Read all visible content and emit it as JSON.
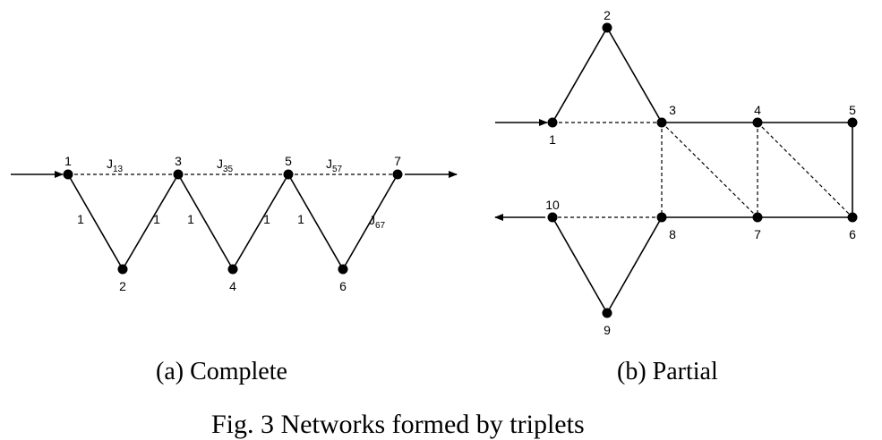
{
  "figure": {
    "title": "Fig. 3    Networks formed by triplets",
    "panels": [
      {
        "id": "a",
        "caption": "(a) Complete",
        "nodes": [
          {
            "id": "1",
            "label": "1"
          },
          {
            "id": "2",
            "label": "2"
          },
          {
            "id": "3",
            "label": "3"
          },
          {
            "id": "4",
            "label": "4"
          },
          {
            "id": "5",
            "label": "5"
          },
          {
            "id": "6",
            "label": "6"
          },
          {
            "id": "7",
            "label": "7"
          }
        ],
        "edges": [
          {
            "from": "1",
            "to": "3",
            "style": "dashed",
            "label": "J",
            "label_sub": "13"
          },
          {
            "from": "3",
            "to": "5",
            "style": "dashed",
            "label": "J",
            "label_sub": "35"
          },
          {
            "from": "5",
            "to": "7",
            "style": "dashed",
            "label": "J",
            "label_sub": "57"
          },
          {
            "from": "1",
            "to": "2",
            "style": "solid",
            "label": "1",
            "label_sub": ""
          },
          {
            "from": "2",
            "to": "3",
            "style": "solid",
            "label": "1",
            "label_sub": ""
          },
          {
            "from": "3",
            "to": "4",
            "style": "solid",
            "label": "1",
            "label_sub": ""
          },
          {
            "from": "4",
            "to": "5",
            "style": "solid",
            "label": "1",
            "label_sub": ""
          },
          {
            "from": "5",
            "to": "6",
            "style": "solid",
            "label": "1",
            "label_sub": ""
          },
          {
            "from": "6",
            "to": "7",
            "style": "solid",
            "label": "J",
            "label_sub": "67"
          }
        ],
        "arrows": [
          {
            "type": "input",
            "node": "1",
            "direction": "in"
          },
          {
            "type": "output",
            "node": "7",
            "direction": "out"
          }
        ]
      },
      {
        "id": "b",
        "caption": "(b) Partial",
        "nodes": [
          {
            "id": "1",
            "label": "1"
          },
          {
            "id": "2",
            "label": "2"
          },
          {
            "id": "3",
            "label": "3"
          },
          {
            "id": "4",
            "label": "4"
          },
          {
            "id": "5",
            "label": "5"
          },
          {
            "id": "6",
            "label": "6"
          },
          {
            "id": "7",
            "label": "7"
          },
          {
            "id": "8",
            "label": "8"
          },
          {
            "id": "9",
            "label": "9"
          },
          {
            "id": "10",
            "label": "10"
          }
        ],
        "edges": [
          {
            "from": "1",
            "to": "2",
            "style": "solid"
          },
          {
            "from": "2",
            "to": "3",
            "style": "solid"
          },
          {
            "from": "1",
            "to": "3",
            "style": "dashed"
          },
          {
            "from": "3",
            "to": "4",
            "style": "solid"
          },
          {
            "from": "4",
            "to": "5",
            "style": "solid"
          },
          {
            "from": "5",
            "to": "6",
            "style": "solid"
          },
          {
            "from": "6",
            "to": "7",
            "style": "solid"
          },
          {
            "from": "7",
            "to": "8",
            "style": "solid"
          },
          {
            "from": "3",
            "to": "8",
            "style": "dashed"
          },
          {
            "from": "3",
            "to": "7",
            "style": "dashed"
          },
          {
            "from": "4",
            "to": "7",
            "style": "dashed"
          },
          {
            "from": "4",
            "to": "6",
            "style": "dashed"
          },
          {
            "from": "8",
            "to": "10",
            "style": "dashed"
          },
          {
            "from": "8",
            "to": "9",
            "style": "solid"
          },
          {
            "from": "9",
            "to": "10",
            "style": "solid"
          }
        ],
        "arrows": [
          {
            "type": "input",
            "node": "1",
            "direction": "in"
          },
          {
            "type": "output",
            "node": "10",
            "direction": "out"
          }
        ]
      }
    ]
  }
}
